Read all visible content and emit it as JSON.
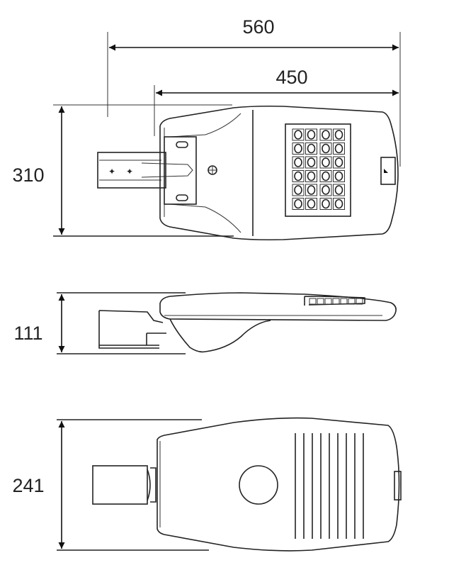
{
  "dimensions": {
    "overall_length": "560",
    "body_length": "450",
    "top_view_width": "310",
    "side_view_height": "111",
    "bottom_view_width": "241"
  },
  "led_module": {
    "columns": 4,
    "rows": 6
  },
  "heatsink_fin_count": 9,
  "colors": {
    "line": "#222222",
    "background": "#ffffff"
  }
}
